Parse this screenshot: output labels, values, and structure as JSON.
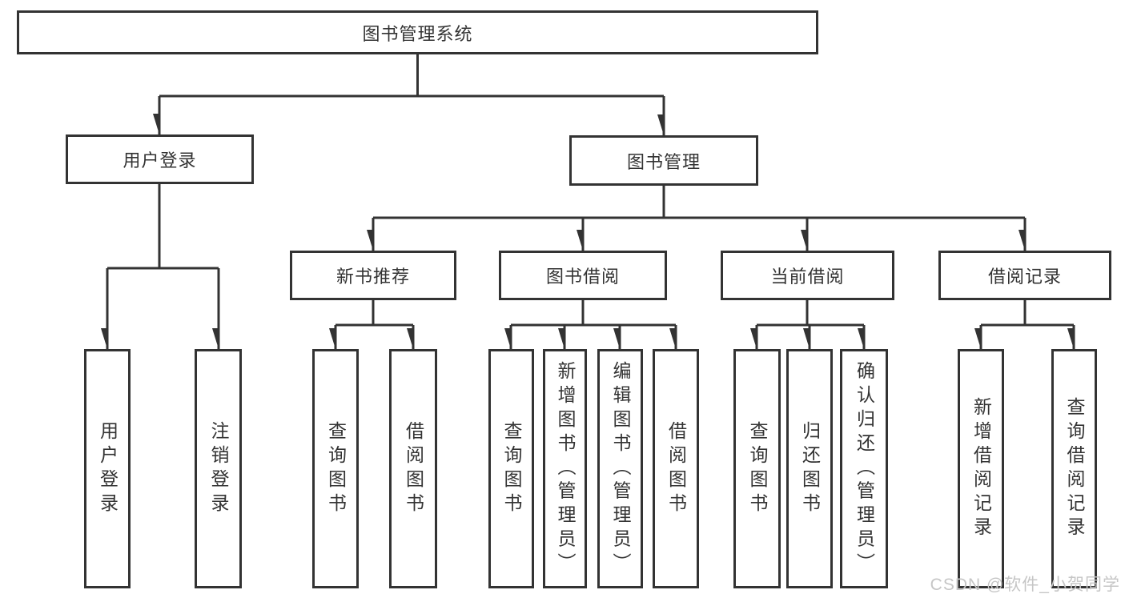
{
  "tree": {
    "root": {
      "label": "图书管理系统",
      "children": [
        {
          "label": "用户登录",
          "children": [
            {
              "label": "用户登录"
            },
            {
              "label": "注销登录"
            }
          ]
        },
        {
          "label": "图书管理",
          "children": [
            {
              "label": "新书推荐",
              "children": [
                {
                  "label": "查询图书"
                },
                {
                  "label": "借阅图书"
                }
              ]
            },
            {
              "label": "图书借阅",
              "children": [
                {
                  "label": "查询图书"
                },
                {
                  "label": "新增图书（管理员）"
                },
                {
                  "label": "编辑图书（管理员）"
                },
                {
                  "label": "借阅图书"
                }
              ]
            },
            {
              "label": "当前借阅",
              "children": [
                {
                  "label": "查询图书"
                },
                {
                  "label": "归还图书"
                },
                {
                  "label": "确认归还（管理员）"
                }
              ]
            },
            {
              "label": "借阅记录",
              "children": [
                {
                  "label": "新增借阅记录"
                },
                {
                  "label": "查询借阅记录"
                }
              ]
            }
          ]
        }
      ]
    }
  },
  "watermark": "CSDN @软件_小贺同学",
  "colors": {
    "line": "#333333",
    "text": "#333333",
    "background": "#ffffff",
    "watermark": "#c6c6c6"
  }
}
